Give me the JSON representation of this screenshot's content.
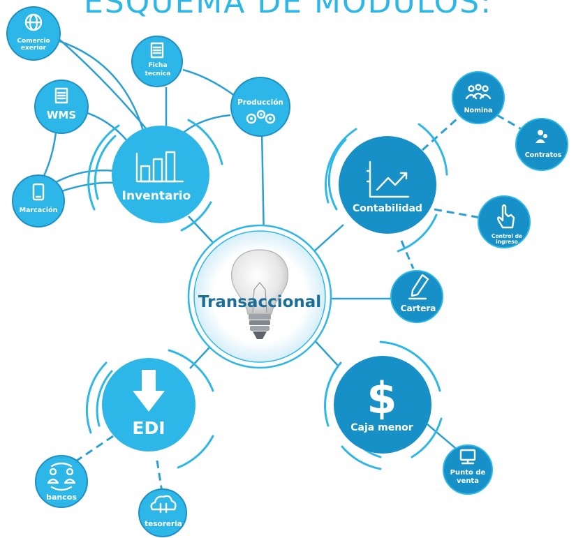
{
  "title": "ESQUEMA DE MODULOS:",
  "colors": {
    "accent": "#2cb7e8",
    "dark_accent": "#1790c8",
    "line": "#2a9fd6",
    "center_text": "#1c6f98"
  },
  "nodes": {
    "center": {
      "label": "Transaccional",
      "icon": "lightbulb-icon"
    },
    "inventario": {
      "label": "Inventario",
      "icon": "bar-chart-icon"
    },
    "contabilidad": {
      "label": "Contabilidad",
      "icon": "line-chart-icon"
    },
    "edi": {
      "label": "EDI",
      "icon": "download-arrow-icon"
    },
    "caja": {
      "label": "Caja menor",
      "icon": "dollar-icon"
    },
    "comercio": {
      "label_line1": "Comercio",
      "label_line2": "exerior",
      "icon": "globe-icon"
    },
    "ficha": {
      "label_line1": "Ficha",
      "label_line2": "tecnica",
      "icon": "document-icon"
    },
    "produccion": {
      "label": "Producción",
      "icon": "gears-icon"
    },
    "wms": {
      "label": "WMS",
      "icon": "document-icon"
    },
    "marcacion": {
      "label": "Marcación",
      "icon": "phone-icon"
    },
    "nomina": {
      "label": "Nomina",
      "icon": "people-group-icon"
    },
    "contratos": {
      "label": "Contratos",
      "icon": "people-icon"
    },
    "control": {
      "label_line1": "Control de",
      "label_line2": "ingreso",
      "icon": "hand-pointer-icon"
    },
    "cartera": {
      "label": "Cartera",
      "icon": "pencil-icon"
    },
    "bancos": {
      "label": "bancos",
      "icon": "exchange-people-icon"
    },
    "tesoreria": {
      "label": "tesoreria",
      "icon": "cloud-sync-icon"
    },
    "punto": {
      "label_line1": "Punto de",
      "label_line2": "venta",
      "icon": "computer-icon"
    }
  }
}
